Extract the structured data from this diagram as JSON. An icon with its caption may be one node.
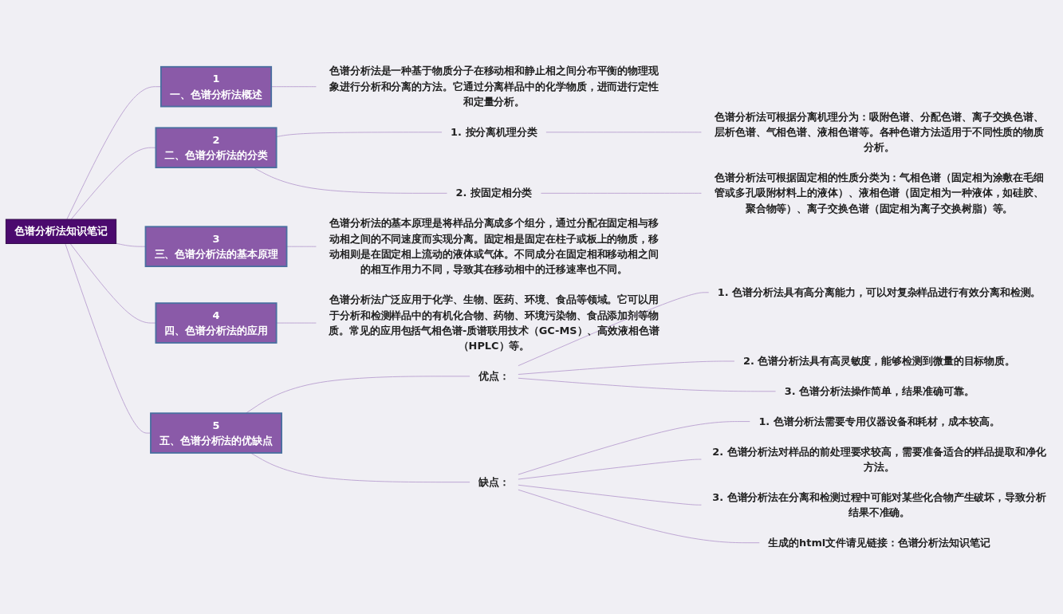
{
  "diagram": {
    "nodes": [
      {
        "text": [
          "色谱分析法知识笔记"
        ]
      },
      {
        "text": [
          "1",
          "一、色谱分析法概述"
        ]
      },
      {
        "text": [
          "色谱分析法是一种基于物质分子在移动相和静止相之间分布平衡的物理现象进行分析和分离的方法。它通过分离样品中的化学物质，进而进行定性和定量分析。"
        ]
      },
      {
        "text": [
          "2",
          "二、色谱分析法的分类"
        ]
      },
      {
        "text": [
          "1. 按分离机理分类"
        ]
      },
      {
        "text": [
          "色谱分析法可根据分离机理分为：吸附色谱、分配色谱、离子交换色谱、层析色谱、气相色谱、液相色谱等。各种色谱方法适用于不同性质的物质分析。"
        ]
      },
      {
        "text": [
          "2. 按固定相分类"
        ]
      },
      {
        "text": [
          "色谱分析法可根据固定相的性质分类为：气相色谱（固定相为涂敷在毛细管或多孔吸附材料上的液体）、液相色谱（固定相为一种液体，如硅胶、聚合物等）、离子交换色谱（固定相为离子交换树脂）等。"
        ]
      },
      {
        "text": [
          "3",
          "三、色谱分析法的基本原理"
        ]
      },
      {
        "text": [
          "色谱分析法的基本原理是将样品分离成多个组分，通过分配在固定相与移动相之间的不同速度而实现分离。固定相是固定在柱子或板上的物质，移动相则是在固定相上流动的液体或气体。不同成分在固定相和移动相之间的相互作用力不同，导致其在移动相中的迁移速率也不同。"
        ]
      },
      {
        "text": [
          "4",
          "四、色谱分析法的应用"
        ]
      },
      {
        "text": [
          "色谱分析法广泛应用于化学、生物、医药、环境、食品等领域。它可以用于分析和检测样品中的有机化合物、药物、环境污染物、食品添加剂等物质。常见的应用包括气相色谱-质谱联用技术（GC-MS）、高效液相色谱（HPLC）等。"
        ]
      },
      {
        "text": [
          "5",
          "五、色谱分析法的优缺点"
        ]
      },
      {
        "text": [
          "优点："
        ]
      },
      {
        "text": [
          "1. 色谱分析法具有高分离能力，可以对复杂样品进行有效分离和检测。"
        ]
      },
      {
        "text": [
          "2. 色谱分析法具有高灵敏度，能够检测到微量的目标物质。"
        ]
      },
      {
        "text": [
          "3. 色谱分析法操作简单，结果准确可靠。"
        ]
      },
      {
        "text": [
          "缺点："
        ]
      },
      {
        "text": [
          "1. 色谱分析法需要专用仪器设备和耗材，成本较高。"
        ]
      },
      {
        "text": [
          "2. 色谱分析法对样品的前处理要求较高，需要准备适合的样品提取和净化方法。"
        ]
      },
      {
        "text": [
          "3. 色谱分析法在分离和检测过程中可能对某些化合物产生破坏，导致分析结果不准确。"
        ]
      },
      {
        "text": [
          "生成的html文件请见链接：色谱分析法知识笔记"
        ]
      }
    ],
    "edges": [
      {
        "from": 0,
        "to": 1,
        "arrow": "none"
      },
      {
        "from": 1,
        "to": 2,
        "arrow": "none"
      },
      {
        "from": 0,
        "to": 3,
        "arrow": "none"
      },
      {
        "from": 3,
        "to": 4,
        "arrow": "none"
      },
      {
        "from": 4,
        "to": 5,
        "arrow": "none"
      },
      {
        "from": 3,
        "to": 6,
        "arrow": "none"
      },
      {
        "from": 6,
        "to": 7,
        "arrow": "none"
      },
      {
        "from": 0,
        "to": 8,
        "arrow": "none"
      },
      {
        "from": 8,
        "to": 9,
        "arrow": "none"
      },
      {
        "from": 0,
        "to": 10,
        "arrow": "none"
      },
      {
        "from": 10,
        "to": 11,
        "arrow": "none"
      },
      {
        "from": 0,
        "to": 12,
        "arrow": "none"
      },
      {
        "from": 12,
        "to": 13,
        "arrow": "none"
      },
      {
        "from": 13,
        "to": 14,
        "arrow": "none"
      },
      {
        "from": 13,
        "to": 15,
        "arrow": "none"
      },
      {
        "from": 13,
        "to": 16,
        "arrow": "none"
      },
      {
        "from": 12,
        "to": 17,
        "arrow": "none"
      },
      {
        "from": 17,
        "to": 18,
        "arrow": "none"
      },
      {
        "from": 17,
        "to": 19,
        "arrow": "none"
      },
      {
        "from": 17,
        "to": 20,
        "arrow": "none"
      },
      {
        "from": 17,
        "to": 21,
        "arrow": "none"
      }
    ]
  }
}
